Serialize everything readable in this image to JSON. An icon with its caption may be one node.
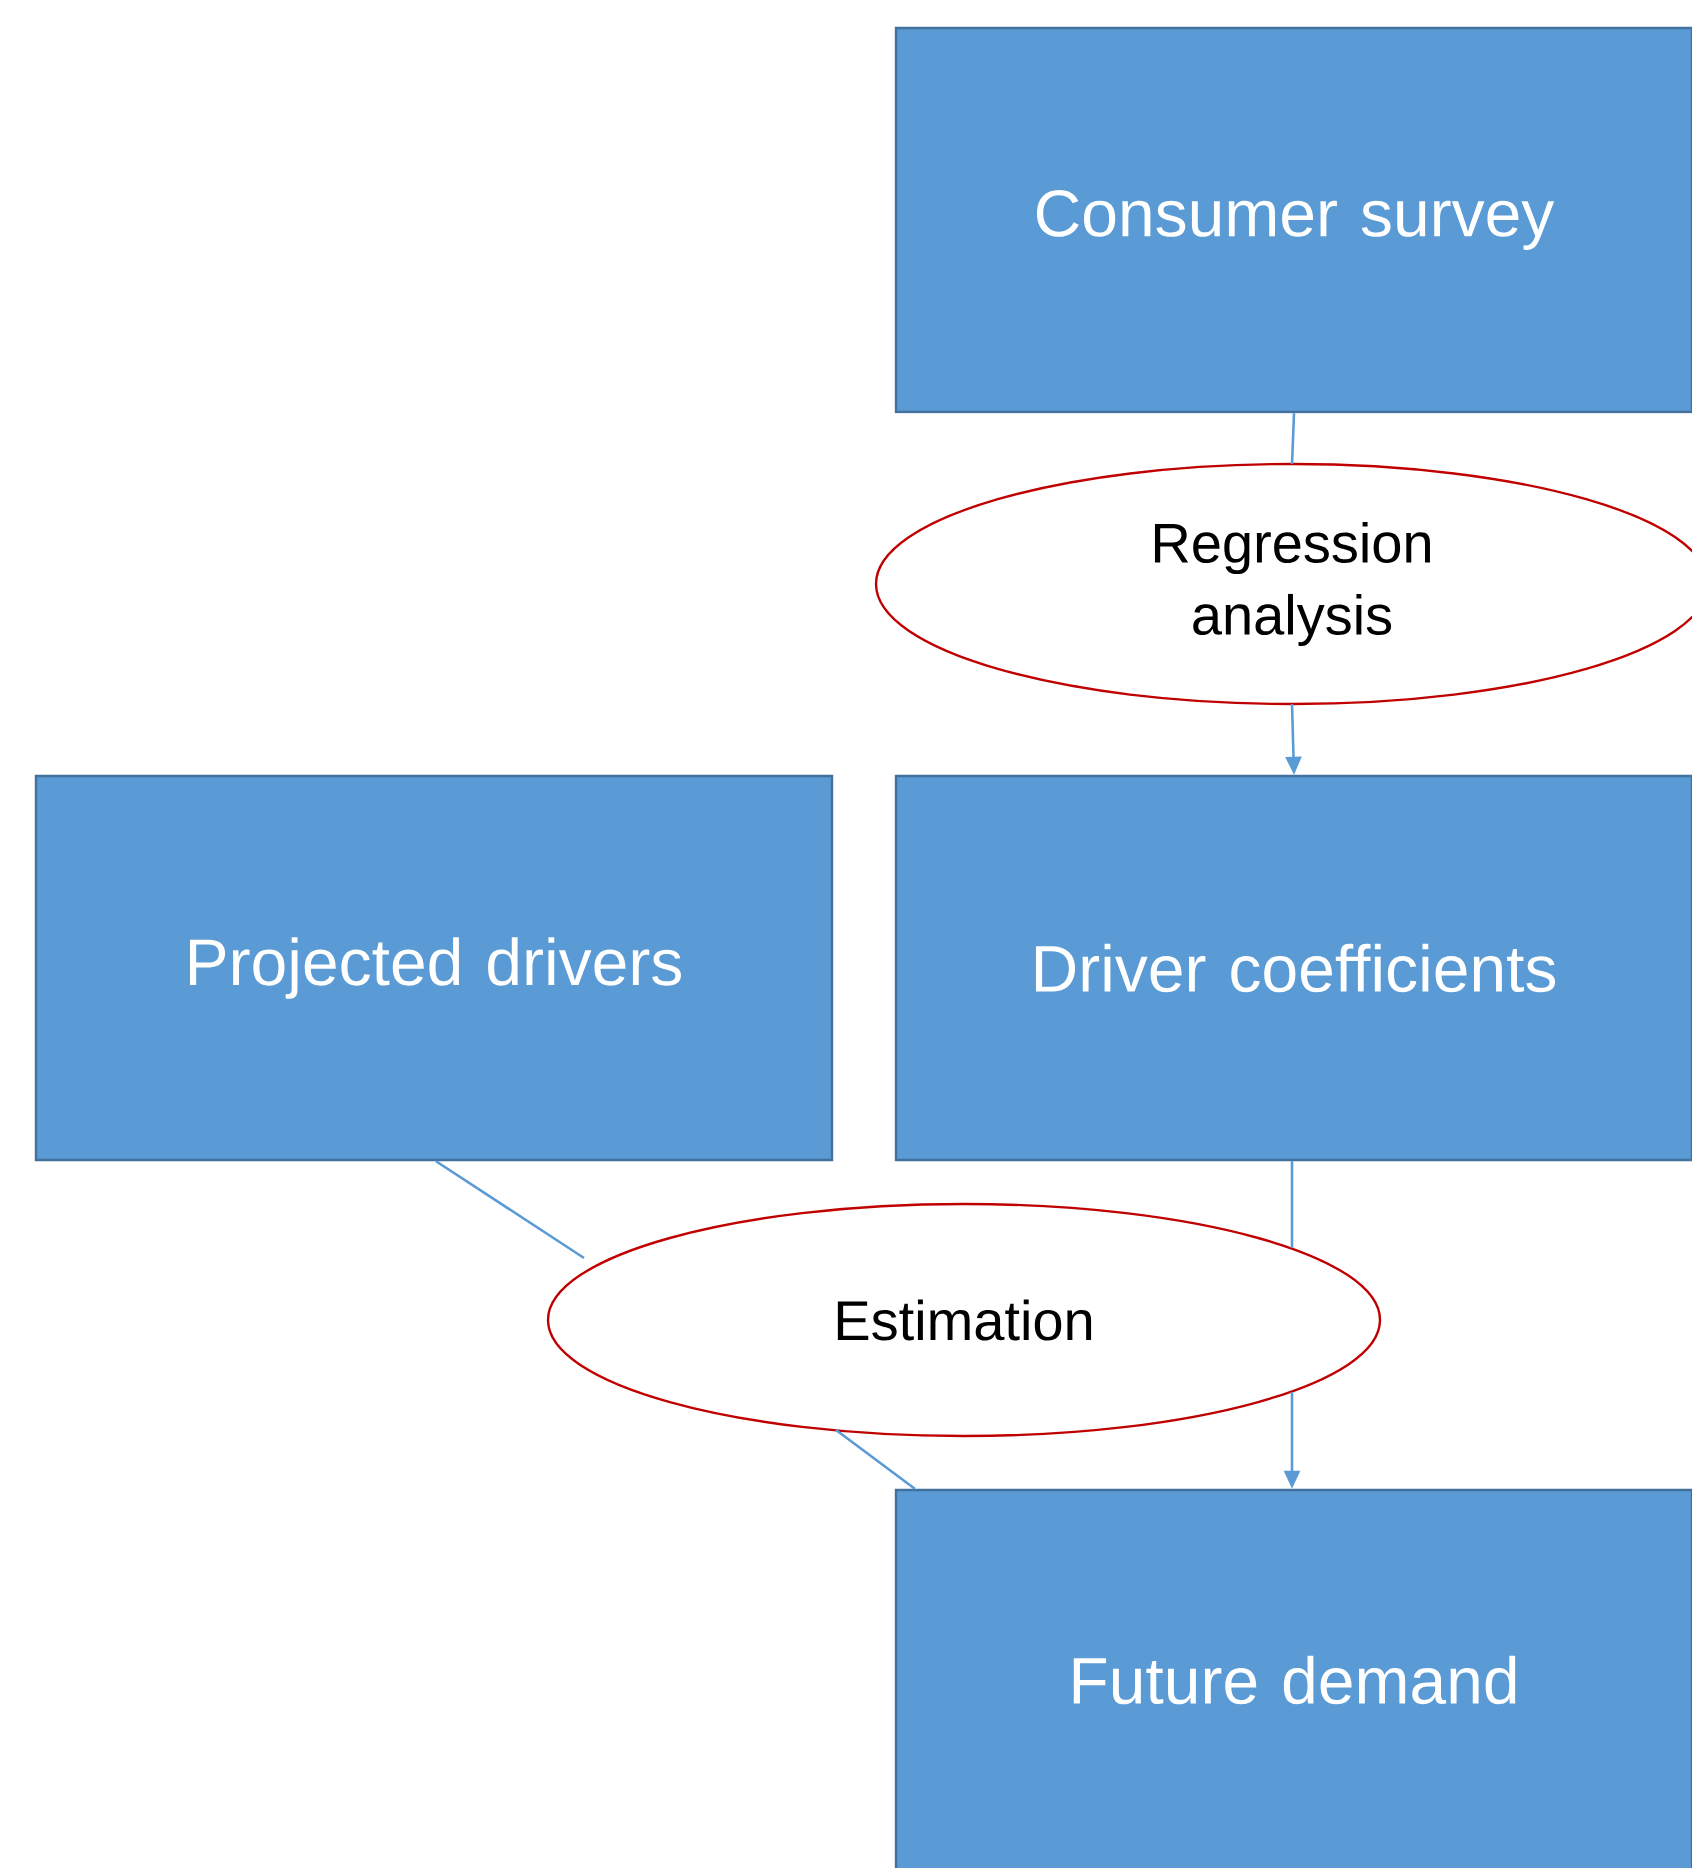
{
  "diagram": {
    "nodes": [
      {
        "text": [
          "Consumer survey"
        ]
      },
      {
        "text": [
          "Regression analysis"
        ]
      },
      {
        "text": [
          "Projected drivers"
        ]
      },
      {
        "text": [
          "Driver coefficients"
        ]
      },
      {
        "text": [
          "Estimation"
        ]
      },
      {
        "text": [
          "Future demand"
        ]
      }
    ],
    "edges": [
      {
        "from": 0,
        "to": 1,
        "arrow": "none"
      },
      {
        "from": 1,
        "to": 3,
        "arrow": "to"
      },
      {
        "from": 3,
        "to": 4,
        "arrow": "none"
      },
      {
        "from": 4,
        "to": 5,
        "arrow": "to"
      },
      {
        "from": 2,
        "to": 4,
        "arrow": "none"
      },
      {
        "from": 4,
        "to": 5,
        "arrow": "none"
      }
    ]
  }
}
